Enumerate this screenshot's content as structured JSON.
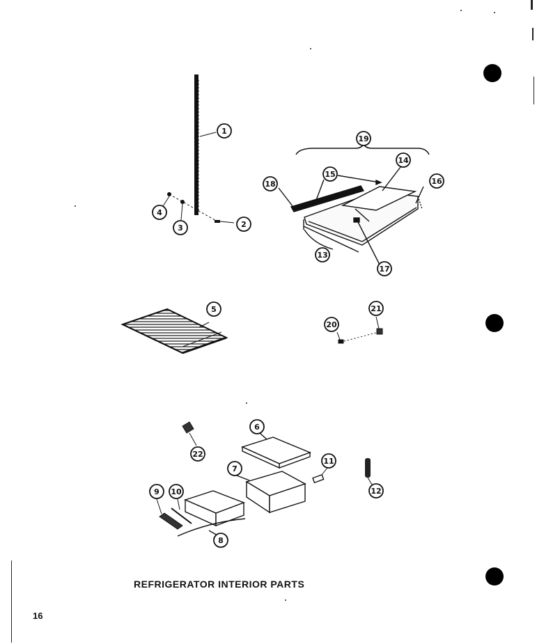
{
  "caption": "REFRIGERATOR INTERIOR PARTS",
  "page_number": "16",
  "callouts": {
    "c1": "1",
    "c2": "2",
    "c3": "3",
    "c4": "4",
    "c5": "5",
    "c6": "6",
    "c7": "7",
    "c8": "8",
    "c9": "9",
    "c10": "10",
    "c11": "11",
    "c12": "12",
    "c13": "13",
    "c14": "14",
    "c15": "15",
    "c16": "16",
    "c17": "17",
    "c18": "18",
    "c19": "19",
    "c20": "20",
    "c21": "21",
    "c22": "22"
  },
  "colors": {
    "ink": "#111111",
    "paper": "#ffffff"
  }
}
